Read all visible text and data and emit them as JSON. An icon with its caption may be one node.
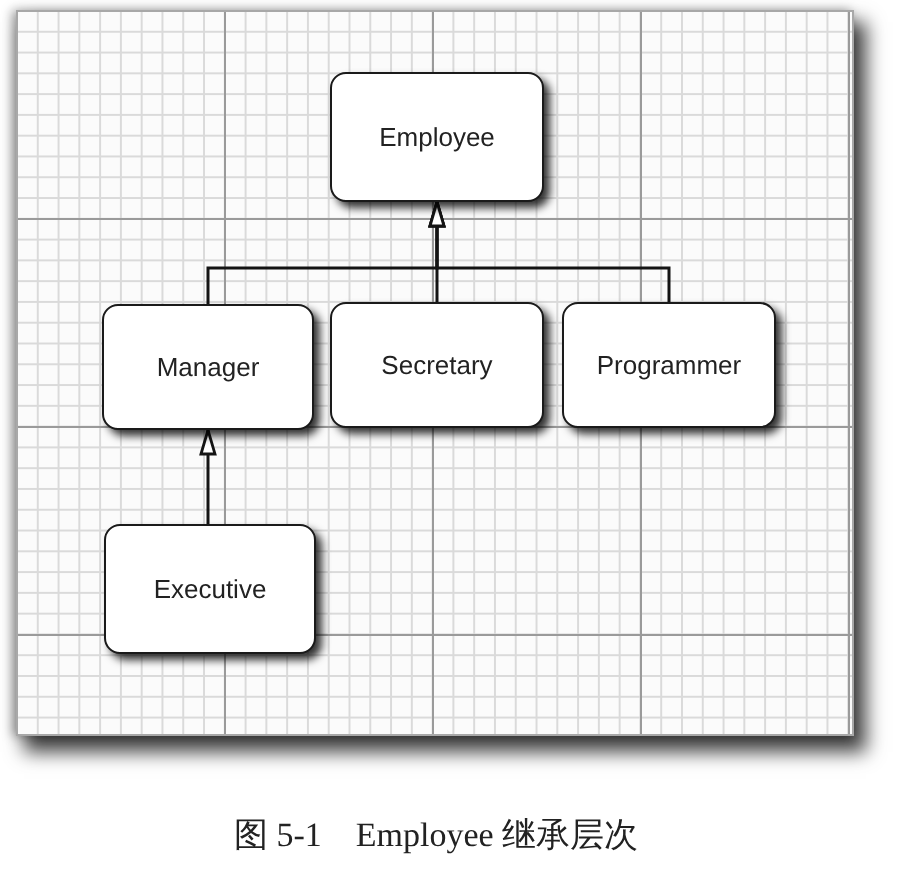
{
  "diagram": {
    "caption": "图 5-1　Employee 继承层次",
    "nodes": [
      {
        "text": [
          "Employee"
        ]
      },
      {
        "text": [
          "Manager"
        ]
      },
      {
        "text": [
          "Secretary"
        ]
      },
      {
        "text": [
          "Programmer"
        ]
      },
      {
        "text": [
          "Executive"
        ]
      }
    ],
    "edges": [
      {
        "from": 1,
        "to": 0,
        "arrow": "to"
      },
      {
        "from": 2,
        "to": 0,
        "arrow": "to"
      },
      {
        "from": 3,
        "to": 0,
        "arrow": "to"
      },
      {
        "from": 4,
        "to": 1,
        "arrow": "to"
      }
    ]
  }
}
